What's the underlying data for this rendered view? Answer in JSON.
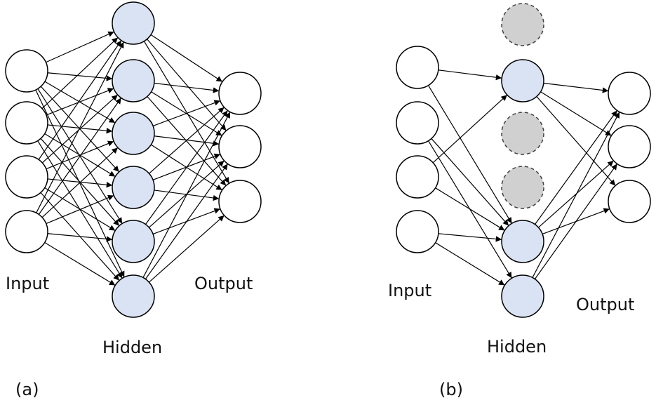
{
  "colors": {
    "background": "#ffffff",
    "stroke": "#000000",
    "hidden_fill": "#dae3f3",
    "input_output_fill": "#ffffff",
    "dropped_fill": "#d0d0d0",
    "dropped_stroke": "#404040"
  },
  "panel_a": {
    "caption": "(a)",
    "input_label": "Input",
    "hidden_label": "Hidden",
    "output_label": "Output",
    "input_count": 4,
    "hidden_count": 6,
    "output_count": 3
  },
  "panel_b": {
    "caption": "(b)",
    "input_label": "Input",
    "hidden_label": "Hidden",
    "output_label": "Output",
    "input_count": 4,
    "hidden_count": 6,
    "output_count": 3,
    "dropped_hidden_units": [
      1,
      3,
      4
    ],
    "input_to_hidden_edges": [
      [
        1,
        2
      ],
      [
        1,
        5
      ],
      [
        2,
        5
      ],
      [
        2,
        6
      ],
      [
        3,
        2
      ],
      [
        3,
        5
      ],
      [
        4,
        5
      ],
      [
        4,
        6
      ]
    ],
    "hidden_to_output_edges": [
      [
        2,
        1
      ],
      [
        2,
        2
      ],
      [
        2,
        3
      ],
      [
        5,
        1
      ],
      [
        5,
        2
      ],
      [
        5,
        3
      ],
      [
        6,
        1
      ],
      [
        6,
        2
      ]
    ]
  }
}
